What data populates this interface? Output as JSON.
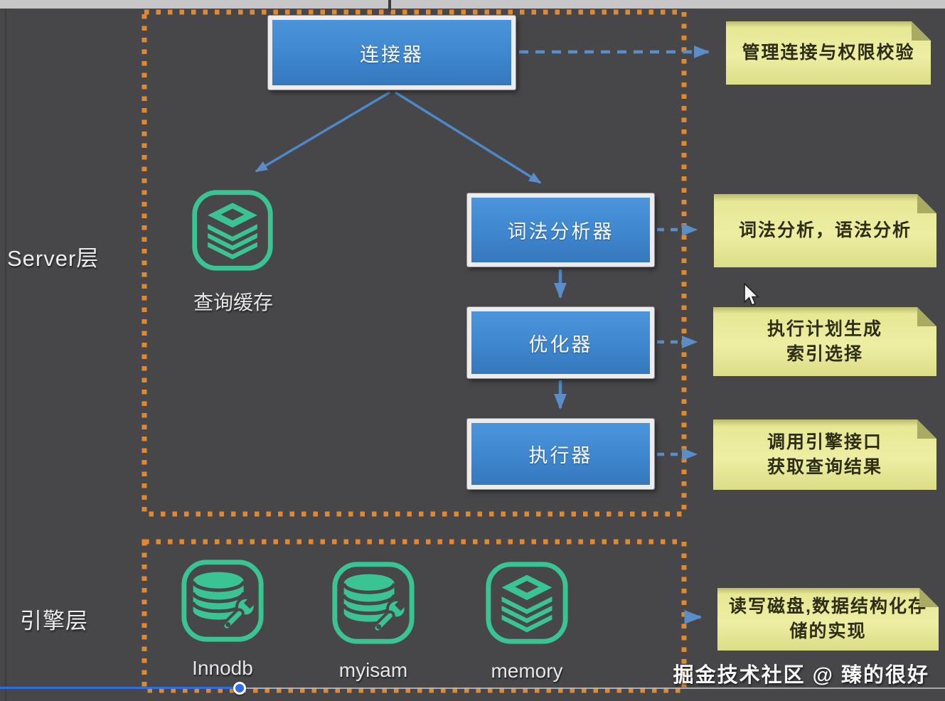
{
  "window": {
    "watermark": "掘金技术社区 @ 臻的很好"
  },
  "layers": {
    "server": {
      "label": "Server层"
    },
    "engine": {
      "label": "引擎层"
    }
  },
  "nodes": {
    "connector": {
      "label": "连接器"
    },
    "lexer": {
      "label": "词法分析器"
    },
    "optimizer": {
      "label": "优化器"
    },
    "executor": {
      "label": "执行器"
    }
  },
  "query_cache": {
    "label": "查询缓存",
    "icon": "layer-stack-icon"
  },
  "notes": [
    {
      "lines": [
        "管理连接与权限校验"
      ]
    },
    {
      "lines": [
        "词法分析，语法分析"
      ]
    },
    {
      "lines": [
        "执行计划生成",
        "索引选择"
      ]
    },
    {
      "lines": [
        "调用引擎接口",
        "获取查询结果"
      ]
    },
    {
      "lines": [
        "读写磁盘,数据结构化存",
        "储的实现"
      ]
    }
  ],
  "engines": [
    {
      "label": "Innodb",
      "icon": "database-wrench-icon"
    },
    {
      "label": "myisam",
      "icon": "database-wrench-icon"
    },
    {
      "label": "memory",
      "icon": "layer-stack-icon"
    }
  ],
  "colors": {
    "background": "#47474a",
    "box_blue": "#3d86d0",
    "note_yellow": "#ecec9f",
    "dotted_orange": "#e2882e",
    "icon_green": "#3bc493",
    "arrow_blue": "#5b8dc8",
    "progress_blue": "#2e6ee2"
  }
}
